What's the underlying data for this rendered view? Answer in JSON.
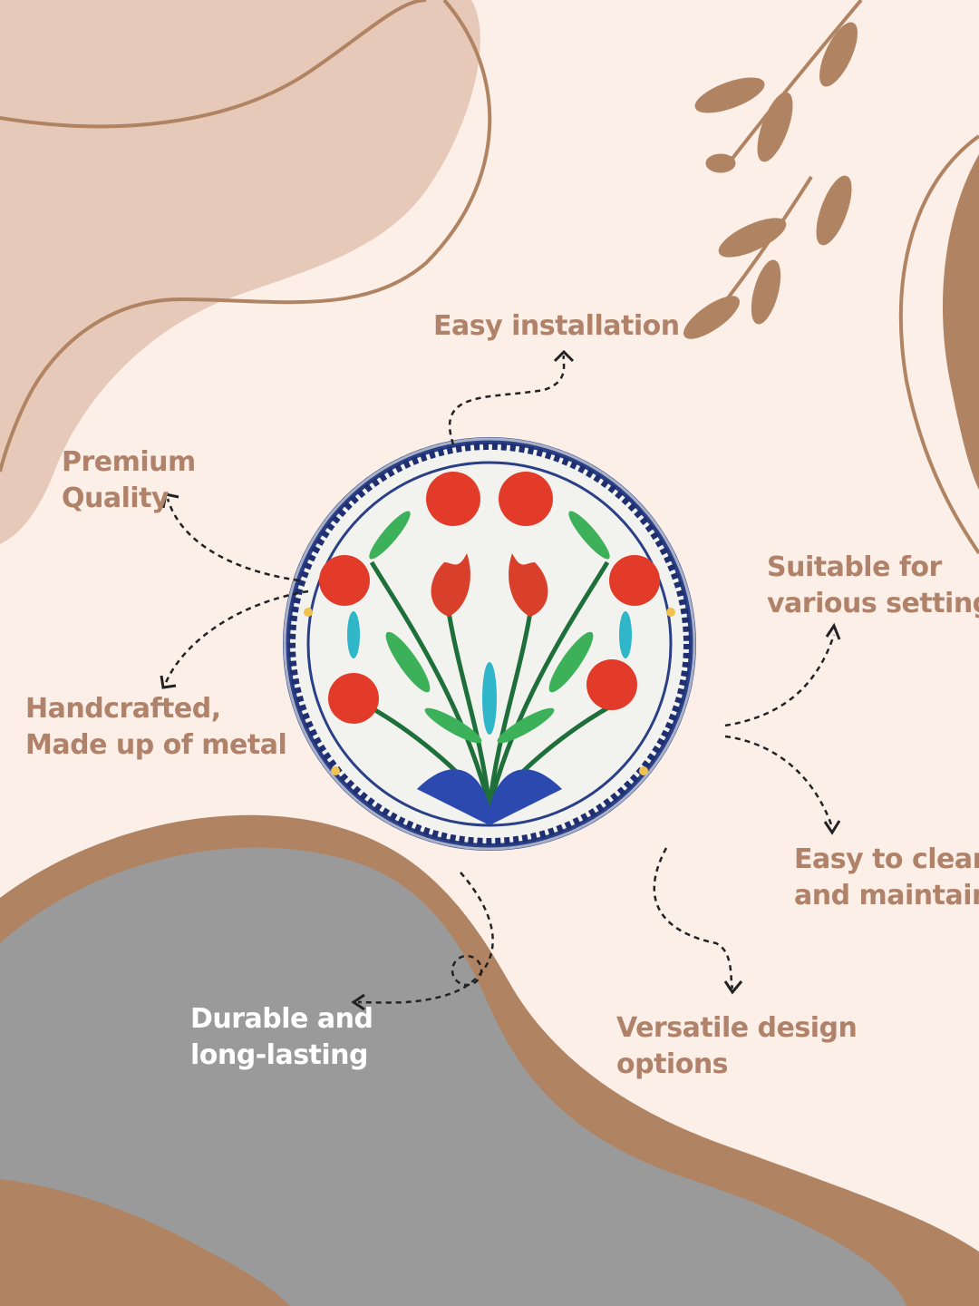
{
  "colors": {
    "background": "#fbefe8",
    "accent_brown": "#b08463",
    "light_blob": "#e6c9b8",
    "grey_blob": "#9a9a9a",
    "label_brown": "#b0826a",
    "label_white": "#ffffff"
  },
  "features": {
    "installation": {
      "line1": "Easy installation"
    },
    "premium": {
      "line1": "Premium",
      "line2": "Quality"
    },
    "handcrafted": {
      "line1": "Handcrafted,",
      "line2": "Made up of metal"
    },
    "suitable": {
      "line1": "Suitable for",
      "line2": "various settings"
    },
    "clean": {
      "line1": "Easy to clean",
      "line2": "and maintain"
    },
    "durable": {
      "line1": "Durable and",
      "line2": "long-lasting"
    },
    "versatile": {
      "line1": "Versatile design",
      "line2": "options"
    }
  },
  "product": {
    "image_name": "floral-decorative-plate"
  },
  "icons": [
    "leaf-branch-icon",
    "dashed-arrow-icon"
  ]
}
